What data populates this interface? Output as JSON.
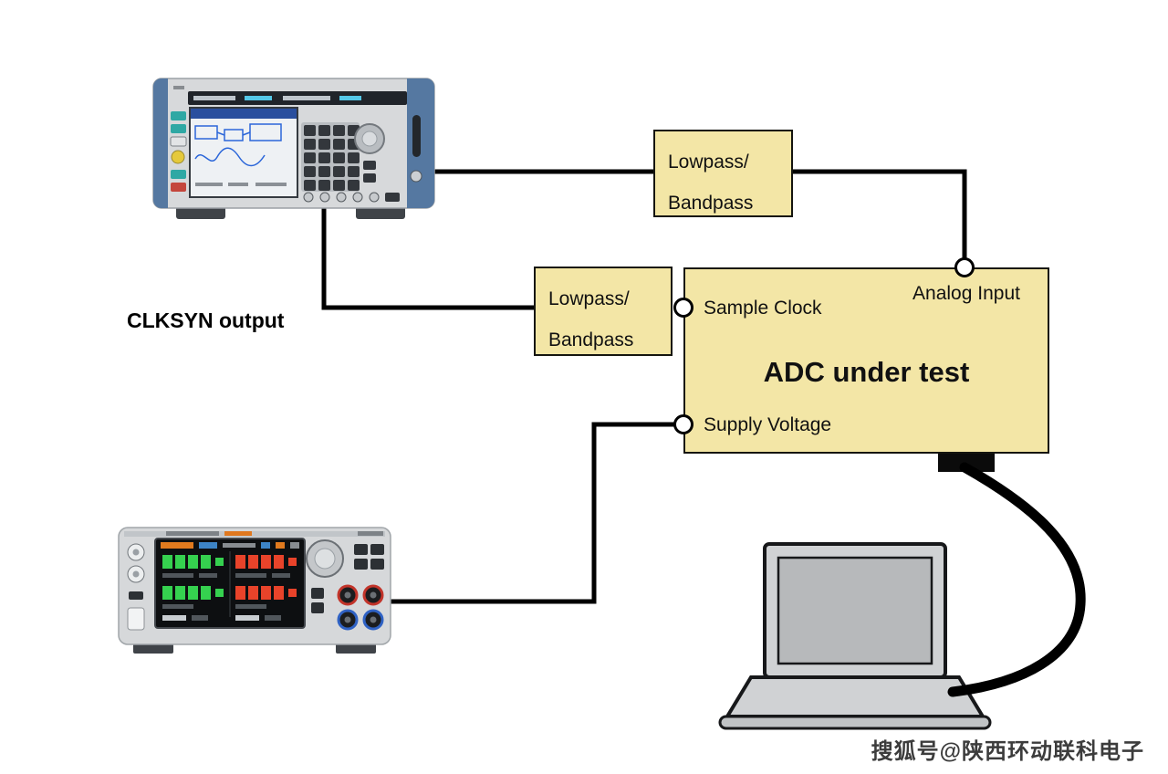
{
  "diagram": {
    "labels": {
      "clksyn": "CLKSYN output"
    },
    "filters": {
      "top": {
        "line1": "Lowpass/",
        "line2": "Bandpass"
      },
      "clock": {
        "line1": "Lowpass/",
        "line2": "Bandpass"
      }
    },
    "adc": {
      "title": "ADC under test",
      "ports": {
        "sample_clock": "Sample Clock",
        "analog_input": "Analog Input",
        "supply_voltage": "Supply Voltage"
      }
    },
    "watermark": "搜狐号@陕西环动联科电子",
    "colors": {
      "box_fill": "#f3e6a6",
      "box_border": "#15150f",
      "line": "#000000",
      "background": "#ffffff"
    }
  }
}
